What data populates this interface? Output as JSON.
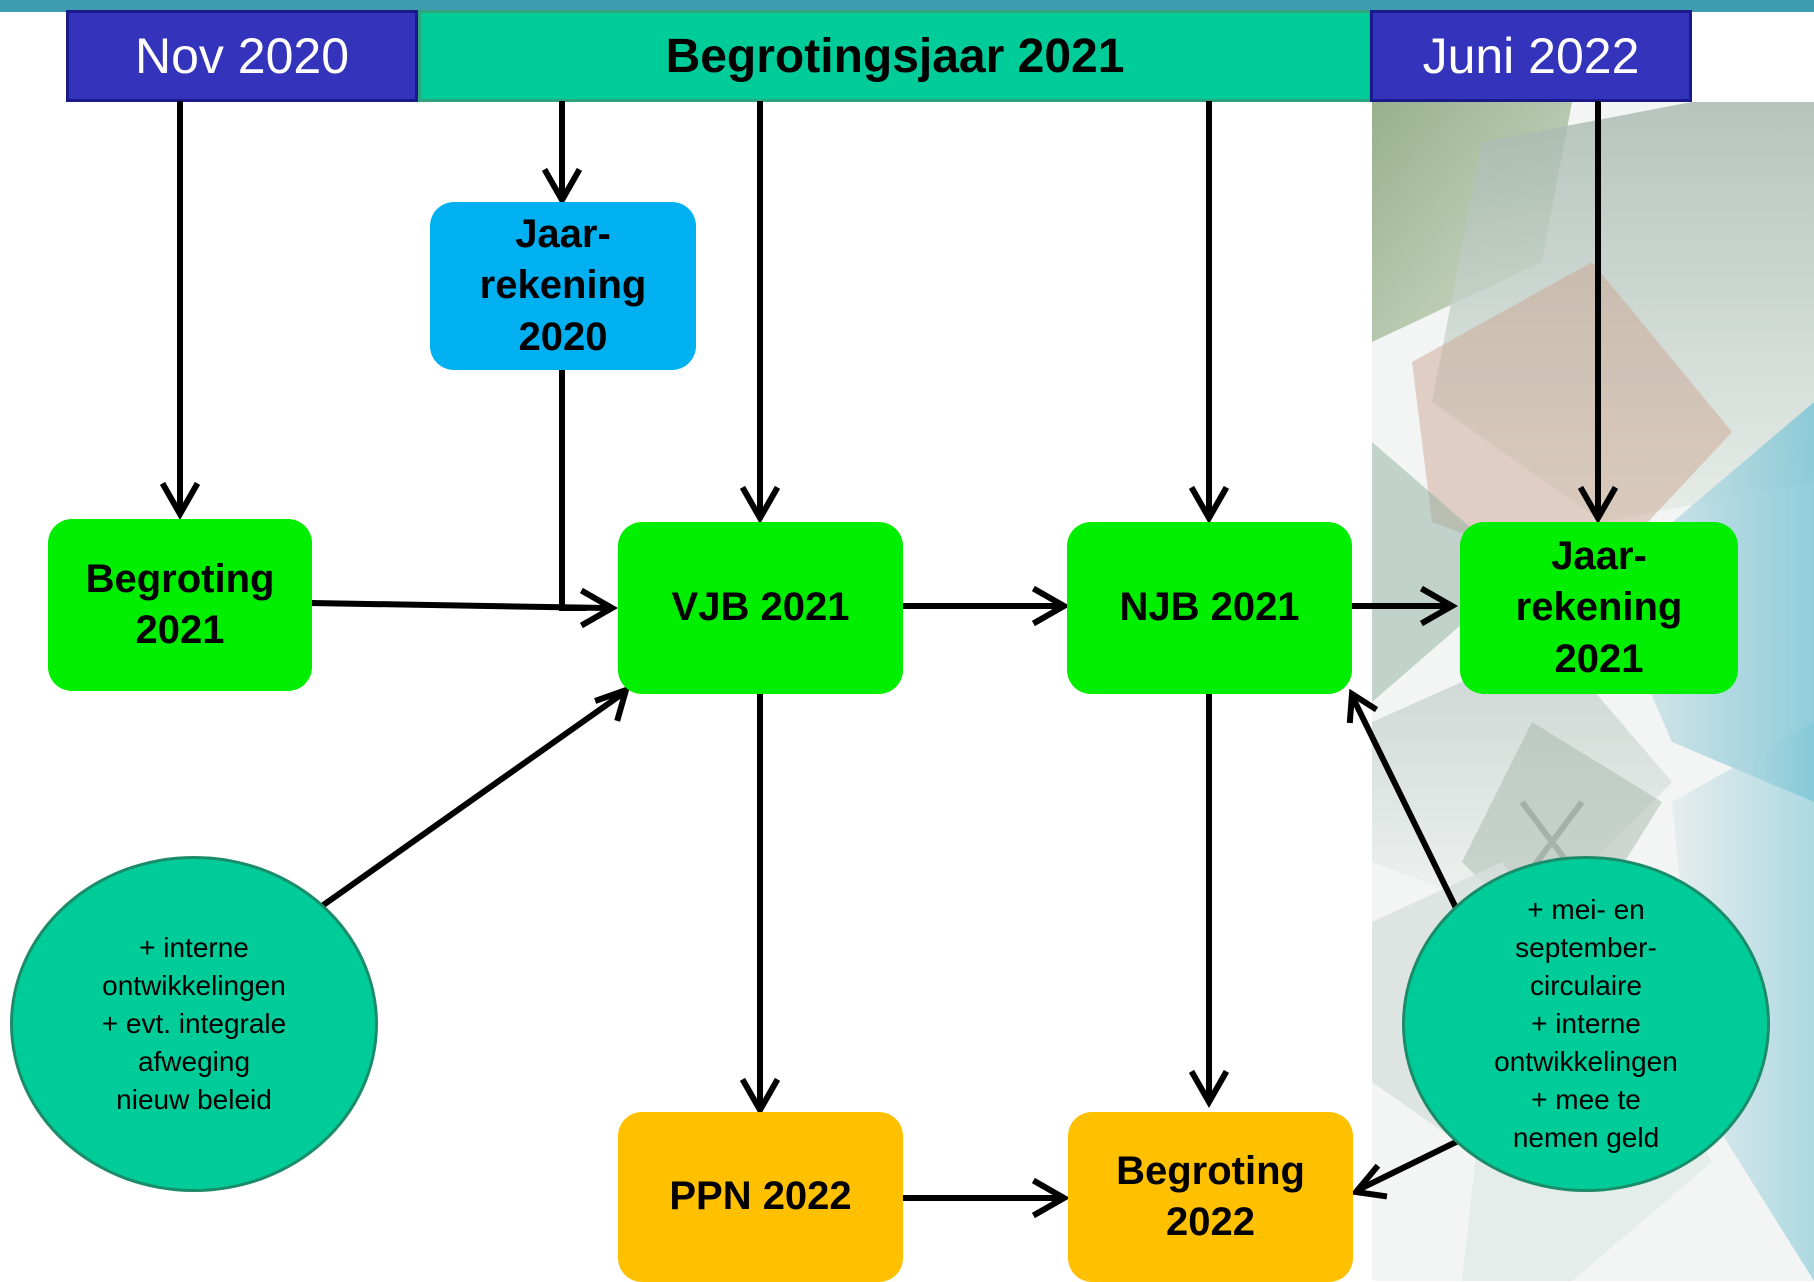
{
  "header": {
    "left_label": "Nov 2020",
    "center_label": "Begrotingsjaar 2021",
    "right_label": "Juni 2022"
  },
  "nodes": {
    "begroting_2021": "Begroting\n2021",
    "jaarrekening_2020": "Jaar-\nrekening\n2020",
    "vjb_2021": "VJB 2021",
    "njb_2021": "NJB 2021",
    "jaarrekening_2021": "Jaar-\nrekening\n2021",
    "ppn_2022": "PPN 2022",
    "begroting_2022": "Begroting\n2022"
  },
  "notes": {
    "left": "+ interne\nontwikkelingen\n+ evt. integrale\nafweging\nnieuw beleid",
    "right": "+ mei- en\nseptember-\ncirculaire\n+ interne\nontwikkelingen\n+ mee te\nnemen geld"
  },
  "colors": {
    "header_blue": "#3333bb",
    "header_green": "#00cc99",
    "node_green": "#00ee00",
    "node_blue": "#00b0f0",
    "node_gold": "#ffc000",
    "note_green": "#00cc99",
    "arrow": "#000000"
  }
}
